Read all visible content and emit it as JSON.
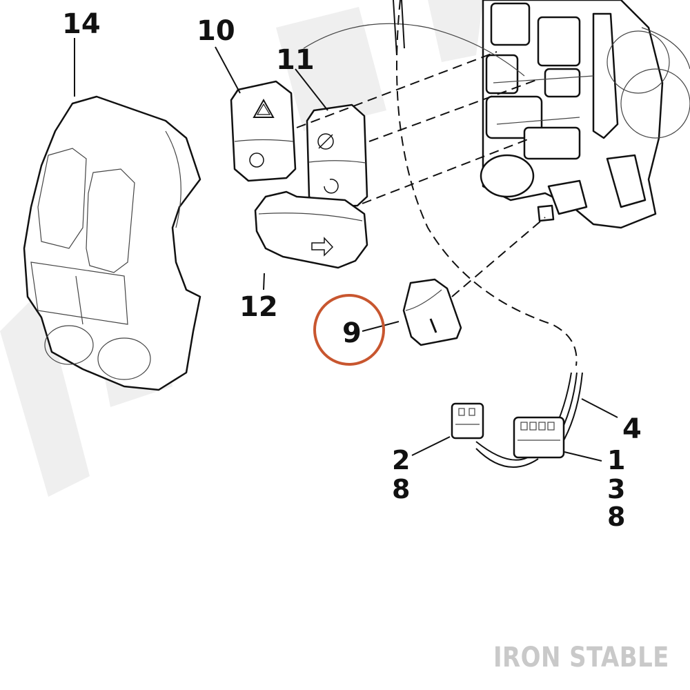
{
  "diagram": {
    "callouts": {
      "c14": "14",
      "c10": "10",
      "c11": "11",
      "c12": "12",
      "c9": "9",
      "c4": "4",
      "c2": "2",
      "c8a": "8",
      "c1": "1",
      "c3": "3",
      "c8b": "8"
    },
    "highlight_color": "#c8562f",
    "watermark": "IRON STABLE"
  }
}
